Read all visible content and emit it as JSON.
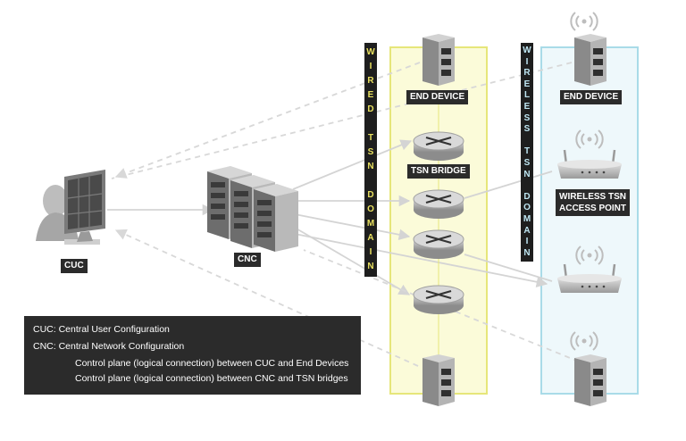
{
  "labels": {
    "cuc": "CUC",
    "cnc": "CNC",
    "end_device_wired": "END DEVICE",
    "end_device_wireless": "END DEVICE",
    "tsn_bridge": "TSN BRIDGE",
    "wireless_ap_line1": "WIRELESS TSN",
    "wireless_ap_line2": "ACCESS POINT"
  },
  "domains": {
    "wired": "WIRED TSN DOMAIN",
    "wireless": "WIRELESS TSN DOMAIN"
  },
  "legend": {
    "cuc_def": "CUC: Central User Configuration",
    "cnc_def": "CNC: Central Network Configuration",
    "dashed_desc": "Control plane (logical connection) between CUC and End Devices",
    "solid_desc": "Control plane (logical connection) between CNC and TSN bridges"
  },
  "colors": {
    "wired_domain_fill": "#fbfbd9",
    "wired_domain_border": "#e6e67a",
    "wireless_domain_fill": "#eef8fb",
    "wireless_domain_border": "#a9dbe8",
    "label_bg": "#2b2b2b",
    "wired_text": "#e8e060",
    "wireless_text": "#bfe6f2",
    "connection_line": "#d4d4d4"
  },
  "icons": [
    "monitor-user-icon",
    "server-rack-icon",
    "end-device-icon",
    "router-icon",
    "wireless-access-point-icon",
    "wifi-signal-icon"
  ]
}
